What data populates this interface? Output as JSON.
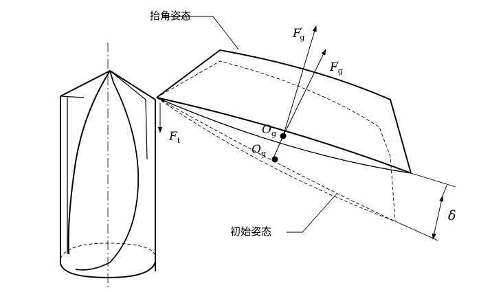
{
  "labels": {
    "raised_pose": "抬角姿态",
    "initial_pose": "初始姿态",
    "force_fg_prime": {
      "main": "F",
      "prime": "′",
      "sub": "g"
    },
    "force_fg": {
      "main": "F",
      "sub": "g"
    },
    "force_ft": {
      "main": "F",
      "sub": "t"
    },
    "cg_upper": {
      "main": "O",
      "sub": "g"
    },
    "cg_lower": {
      "main": "O",
      "sub": "g"
    },
    "angle_delta": "δ"
  },
  "colors": {
    "line": "#000000",
    "background": "#ffffff"
  }
}
